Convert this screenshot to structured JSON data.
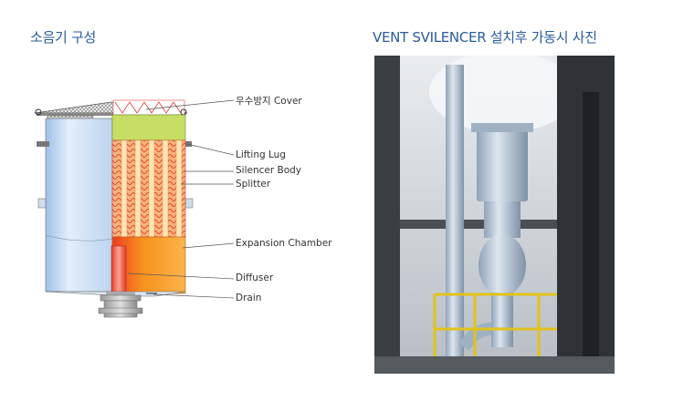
{
  "left_title": "소음기 구성",
  "right_title": "VENT SVILENCER 설치후 가동시 사진",
  "labels": {
    "cover": "우수방지 Cover",
    "lifting_lug": "Lifting Lug",
    "silencer_body": "Silencer Body",
    "splitter": "Splitter",
    "expansion_chamber": "Expansion Chamber",
    "diffuser": "Diffuser",
    "drain": "Drain"
  },
  "colors": {
    "heading": "#2a5b9c",
    "shell": "#cfe0f4",
    "cover_green": "#c6de64",
    "splitter_orange": "#f7a25c",
    "chamber_orange": "#f8931e",
    "diffuser_red": "#ef3b24"
  }
}
